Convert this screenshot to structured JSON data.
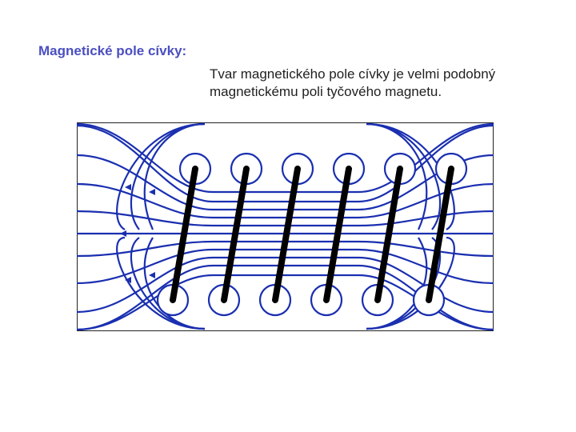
{
  "slide": {
    "title": "Magnetické pole cívky:",
    "description_lines": [
      "Tvar magnetického pole cívky je velmi podobný",
      "magnetickému poli tyčového magnetu."
    ]
  },
  "diagram": {
    "subject": "coil-magnetic-field",
    "turns": 6,
    "colors": {
      "field_lines": "#1a2fb0",
      "winding": "#000000",
      "title_text": "#4b4fc0",
      "body_text": "#1f1f1f"
    }
  }
}
